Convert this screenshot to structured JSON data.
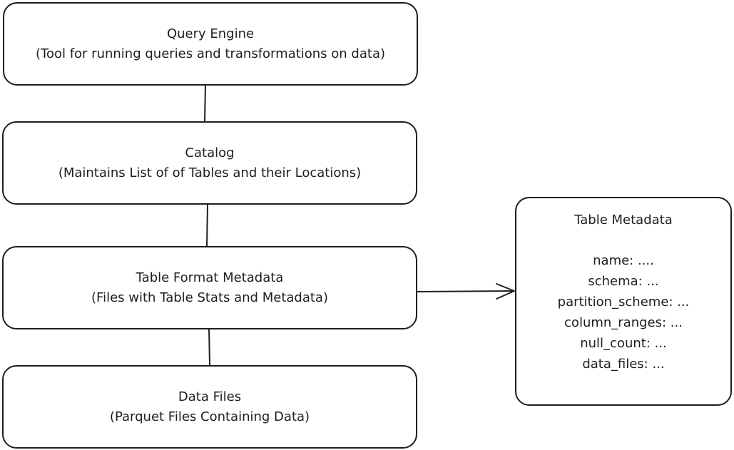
{
  "boxes": {
    "query_engine": {
      "title": "Query Engine",
      "subtitle": "(Tool for running queries and transformations on data)"
    },
    "catalog": {
      "title": "Catalog",
      "subtitle": "(Maintains List of of Tables and their Locations)"
    },
    "table_format_metadata": {
      "title": "Table Format Metadata",
      "subtitle": "(Files with Table Stats and Metadata)"
    },
    "data_files": {
      "title": "Data Files",
      "subtitle": "(Parquet Files Containing Data)"
    },
    "table_metadata": {
      "title": "Table Metadata",
      "fields": [
        "name: ....",
        "schema: ...",
        "partition_scheme: ...",
        "column_ranges: ...",
        "null_count: ...",
        "data_files: ..."
      ]
    }
  },
  "colors": {
    "stroke": "#1e1e1e",
    "background": "#ffffff"
  }
}
